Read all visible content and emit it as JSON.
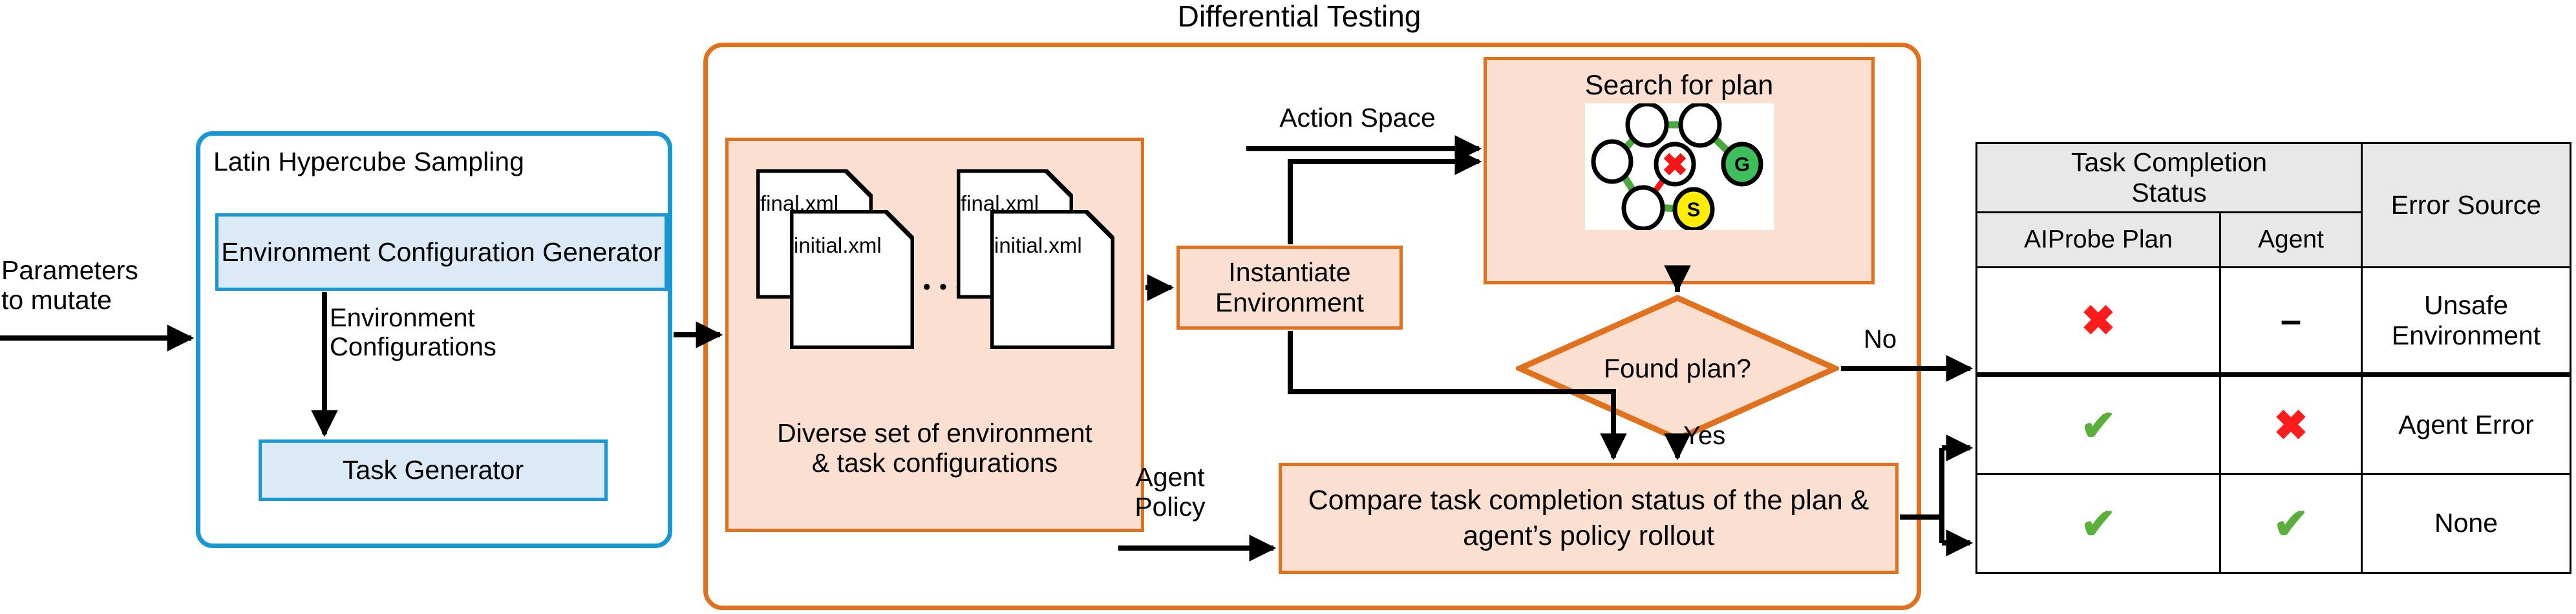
{
  "diagram": {
    "title": "Differential Testing",
    "input_label": "Parameters\nto mutate",
    "left_panel": {
      "title": "Latin Hypercube Sampling",
      "box1": "Environment\nConfiguration Generator",
      "box2": "Task Generator",
      "edge_label": "Environment\nConfigurations"
    },
    "middle": {
      "configs_box": {
        "caption": "Diverse set of environment\n& task configurations",
        "file_final": "final.xml",
        "file_initial": "initial.xml",
        "ellipsis": "• • •"
      },
      "instantiate_box": "Instantiate\nEnvironment",
      "action_space_label": "Action Space",
      "agent_policy_label": "Agent\nPolicy",
      "search_box": {
        "title": "Search for plan",
        "start_node": "S",
        "goal_node": "G",
        "blocked_node": "✕"
      },
      "decision": "Found plan?",
      "decision_no": "No",
      "decision_yes": "Yes",
      "compare_box": "Compare task completion status of\nthe plan & agent’s policy rollout"
    },
    "table": {
      "group_header": "Task Completion\nStatus",
      "error_header": "Error Source",
      "col_plan": "AIProbe Plan",
      "col_agent": "Agent",
      "rows": [
        {
          "plan": "cross",
          "agent": "dash",
          "error": "Unsafe\nEnvironment"
        },
        {
          "plan": "check",
          "agent": "cross",
          "error": "Agent Error"
        },
        {
          "plan": "check",
          "agent": "check",
          "error": "None"
        }
      ],
      "glyphs": {
        "cross": "✖",
        "check": "✔",
        "dash": "–"
      }
    },
    "colors": {
      "blue_stroke": "#1797d4",
      "blue_fill": "#dce9f6",
      "orange_stroke": "#e2711d",
      "orange_fill": "#fbdfd0",
      "header_gray": "#e8e8e8",
      "node_green": "#3dc05b",
      "node_yellow": "#ffee00",
      "edge_green": "#4aa93c",
      "edge_red": "#f51515",
      "mark_red": "#ff1c1c",
      "mark_green": "#5ab03a"
    }
  }
}
